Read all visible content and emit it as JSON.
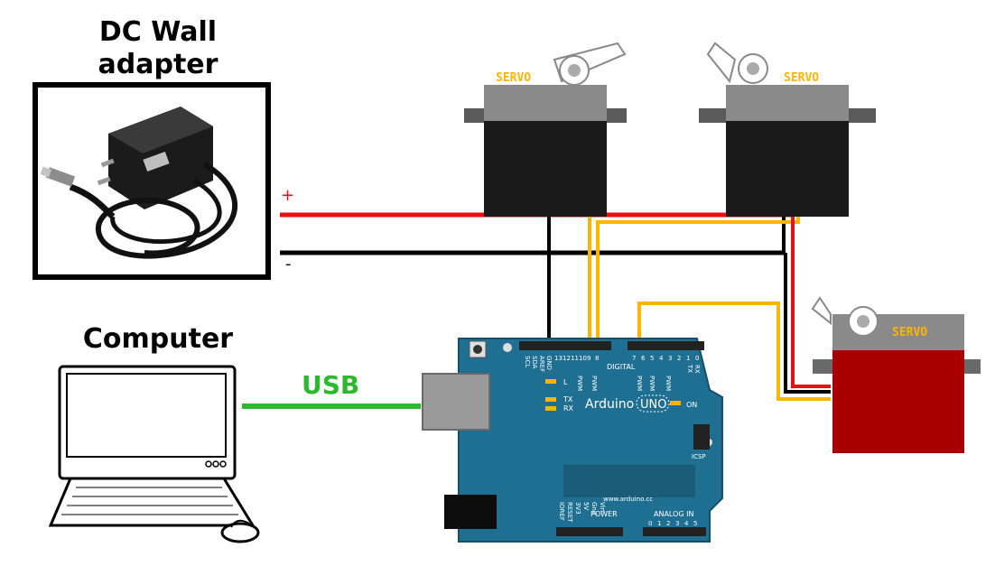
{
  "labels": {
    "adapter_title_line1": "DC Wall",
    "adapter_title_line2": "adapter",
    "computer_title": "Computer",
    "usb": "USB",
    "plus": "+",
    "minus": "-"
  },
  "servos": [
    {
      "label": "SERVO",
      "body_color": "#1a1a1a",
      "top_color": "#8a8a8a"
    },
    {
      "label": "SERVO",
      "body_color": "#1a1a1a",
      "top_color": "#8a8a8a"
    },
    {
      "label": "SERVO",
      "body_color": "#a80000",
      "top_color": "#8a8a8a"
    }
  ],
  "arduino": {
    "brand": "Arduino",
    "model": "UNO",
    "on_label": "ON",
    "digital_label": "DIGITAL",
    "aref": "AREF",
    "gnd": "GND",
    "scl": "SCL",
    "sda": "SDA",
    "pin_numbers_left": [
      "13",
      "12",
      "11",
      "10",
      "9",
      "8"
    ],
    "pin_numbers_right": [
      "7",
      "6",
      "5",
      "4",
      "3",
      "2",
      "1",
      "0"
    ],
    "pwm": "PWM",
    "tx": "TX",
    "rx": "RX",
    "l": "L",
    "icsp": "ICSP",
    "url": "www.arduino.cc",
    "power": "POWER",
    "analog_in": "ANALOG IN",
    "power_pins": [
      "IOREF",
      "RESET",
      "3V3",
      "5V",
      "Gnd",
      "Vin"
    ],
    "analog_pins": [
      "0",
      "1",
      "2",
      "3",
      "4",
      "5"
    ]
  },
  "colors": {
    "positive": "#e81010",
    "negative": "#000000",
    "signal": "#ffb400",
    "usb": "#2db82d",
    "board": "#1f6f92",
    "servo_label": "#ffb400"
  }
}
